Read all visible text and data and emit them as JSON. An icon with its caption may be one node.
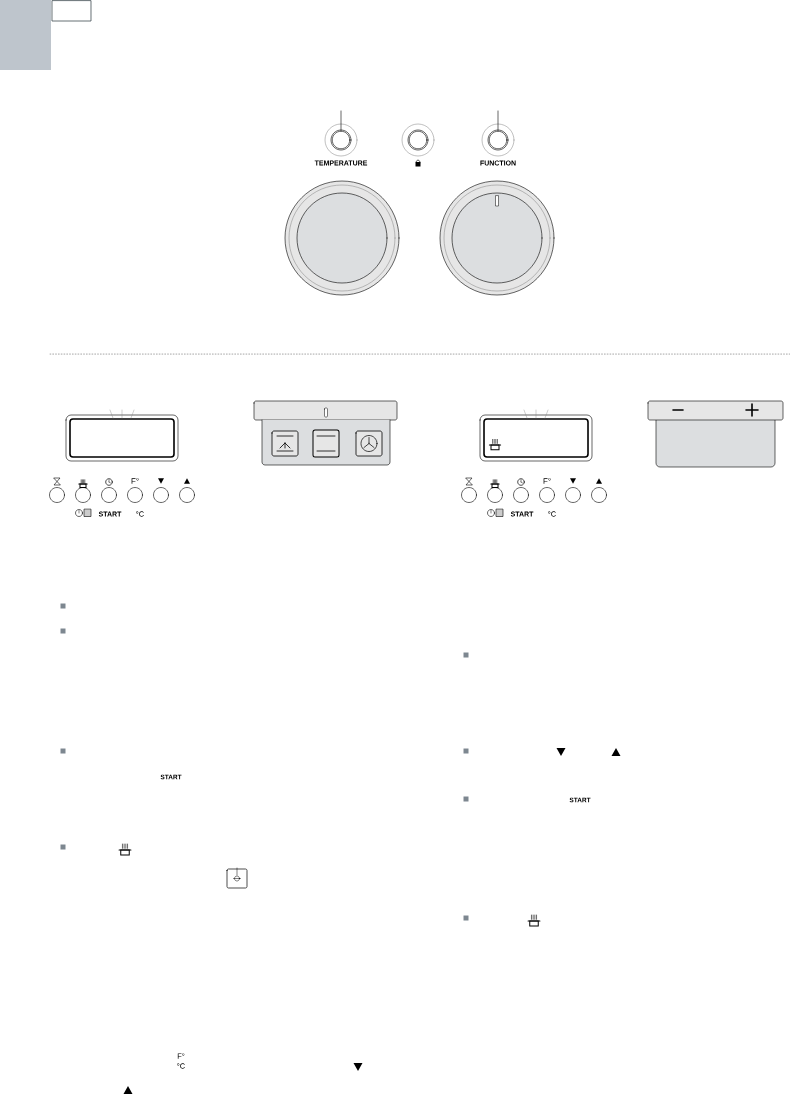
{
  "diagram": {
    "nodes": [
      {
        "text": [
          "TEMPERATURE"
        ]
      },
      {
        "text": [],
        "shape": "circle"
      },
      {
        "text": [
          "FUNCTION"
        ]
      }
    ],
    "edges": [
      {
        "from": null,
        "to": 0,
        "arrow": "none"
      },
      {
        "from": null,
        "to": 2,
        "arrow": "none"
      }
    ],
    "labels": [
      "F°",
      "START",
      "°C",
      "F°",
      "START",
      "°C",
      "START",
      "F°",
      "°C",
      "START"
    ]
  }
}
